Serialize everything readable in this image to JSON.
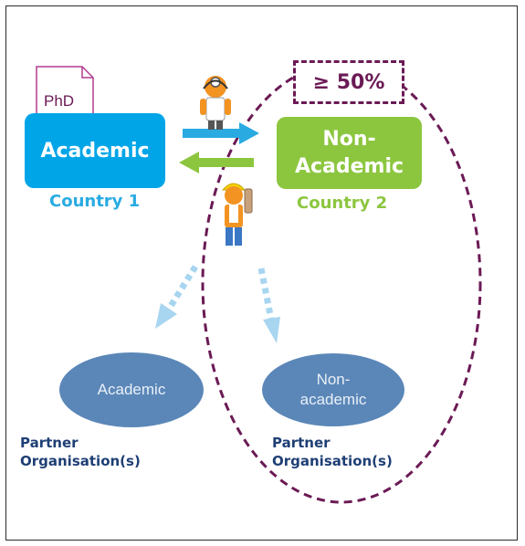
{
  "document_icon": {
    "label": "PhD"
  },
  "academic_box": {
    "label": "Academic",
    "country": "Country 1"
  },
  "nonacademic_box": {
    "line1": "Non-",
    "line2": "Academic",
    "country": "Country 2"
  },
  "threshold": {
    "label": "≥ 50%"
  },
  "partners": {
    "academic": {
      "ellipse_label": "Academic",
      "caption_line1": "Partner",
      "caption_line2": "Organisation(s)"
    },
    "nonacademic": {
      "ellipse_line1": "Non-",
      "ellipse_line2": "academic",
      "caption_line1": "Partner",
      "caption_line2": "Organisation(s)"
    }
  },
  "colors": {
    "academic": "#00a5e8",
    "nonacademic": "#8cc63f",
    "threshold": "#6b1a55",
    "partner_ellipse": "#5b87b8",
    "partner_text": "#1f3f75"
  },
  "icons": [
    "phd-document-icon",
    "doctor-figure-icon",
    "worker-figure-icon"
  ]
}
